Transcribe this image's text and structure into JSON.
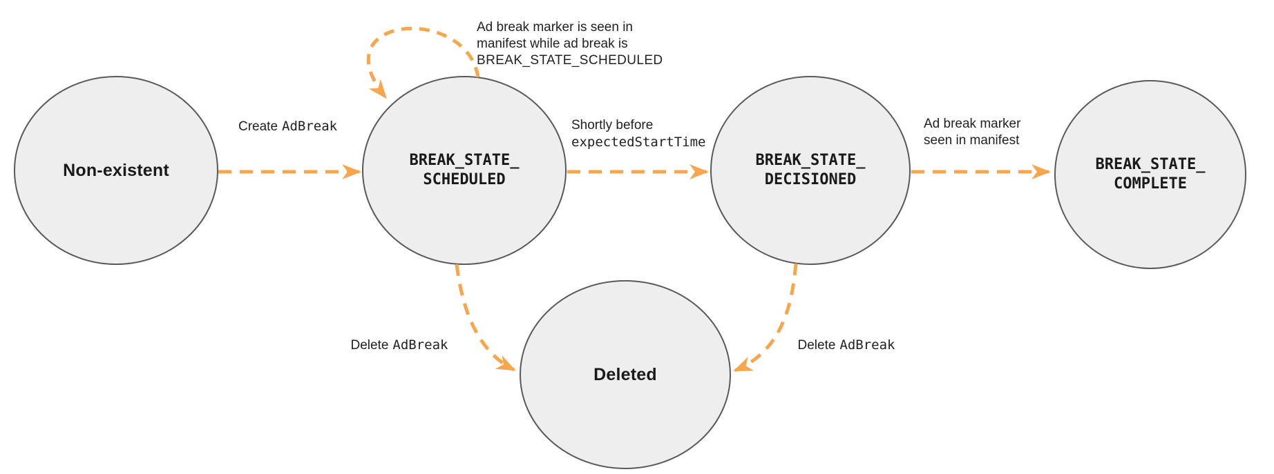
{
  "diagram": {
    "background": "#ffffff",
    "colors": {
      "arrow": "#F7A64E",
      "node_fill": "#EEEEEE",
      "node_border": "#595959",
      "text": "#212121"
    },
    "states": {
      "non_existent": {
        "name": "Non-existent"
      },
      "scheduled": {
        "name_line1": "BREAK_STATE_",
        "name_line2": "SCHEDULED"
      },
      "decisioned": {
        "name_line1": "BREAK_STATE_",
        "name_line2": "DECISIONED"
      },
      "complete": {
        "name_line1": "BREAK_STATE_",
        "name_line2": "COMPLETE"
      },
      "deleted": {
        "name": "Deleted"
      }
    },
    "transitions": {
      "create": {
        "text": "Create",
        "code": "AdBreak"
      },
      "self_loop": {
        "line1": "Ad break marker is seen in",
        "line2": "manifest while ad break is",
        "line3": "BREAK_STATE_SCHEDULED"
      },
      "to_decisioned": {
        "text": "Shortly before",
        "code": "expectedStartTime"
      },
      "to_complete": {
        "line1": "Ad break marker",
        "line2": "seen in manifest"
      },
      "delete_from_scheduled": {
        "text": "Delete",
        "code": "AdBreak"
      },
      "delete_from_decisioned": {
        "text": "Delete",
        "code": "AdBreak"
      }
    }
  }
}
